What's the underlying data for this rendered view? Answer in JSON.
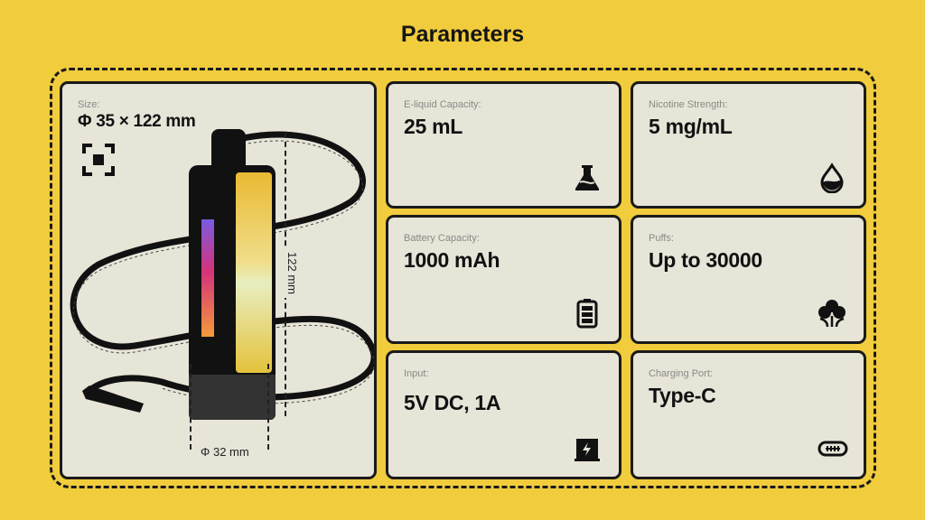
{
  "title": "Parameters",
  "size": {
    "label": "Size:",
    "value": "Φ 35 × 122 mm",
    "height_dim": "122 mm",
    "width_dim": "Φ 32 mm"
  },
  "params": [
    {
      "label": "E-liquid Capacity:",
      "value": "25 mL",
      "icon": "flask-icon"
    },
    {
      "label": "Nicotine Strength:",
      "value": "5 mg/mL",
      "icon": "drop-icon"
    },
    {
      "label": "Battery Capacity:",
      "value": "1000 mAh",
      "icon": "battery-icon"
    },
    {
      "label": "Puffs:",
      "value": "Up to 30000",
      "icon": "cloud-icon"
    },
    {
      "label": "Input:",
      "value": "5V DC, 1A",
      "icon": "power-icon"
    },
    {
      "label": "Charging Port:",
      "value": "Type-C",
      "icon": "usb-c-icon"
    }
  ]
}
